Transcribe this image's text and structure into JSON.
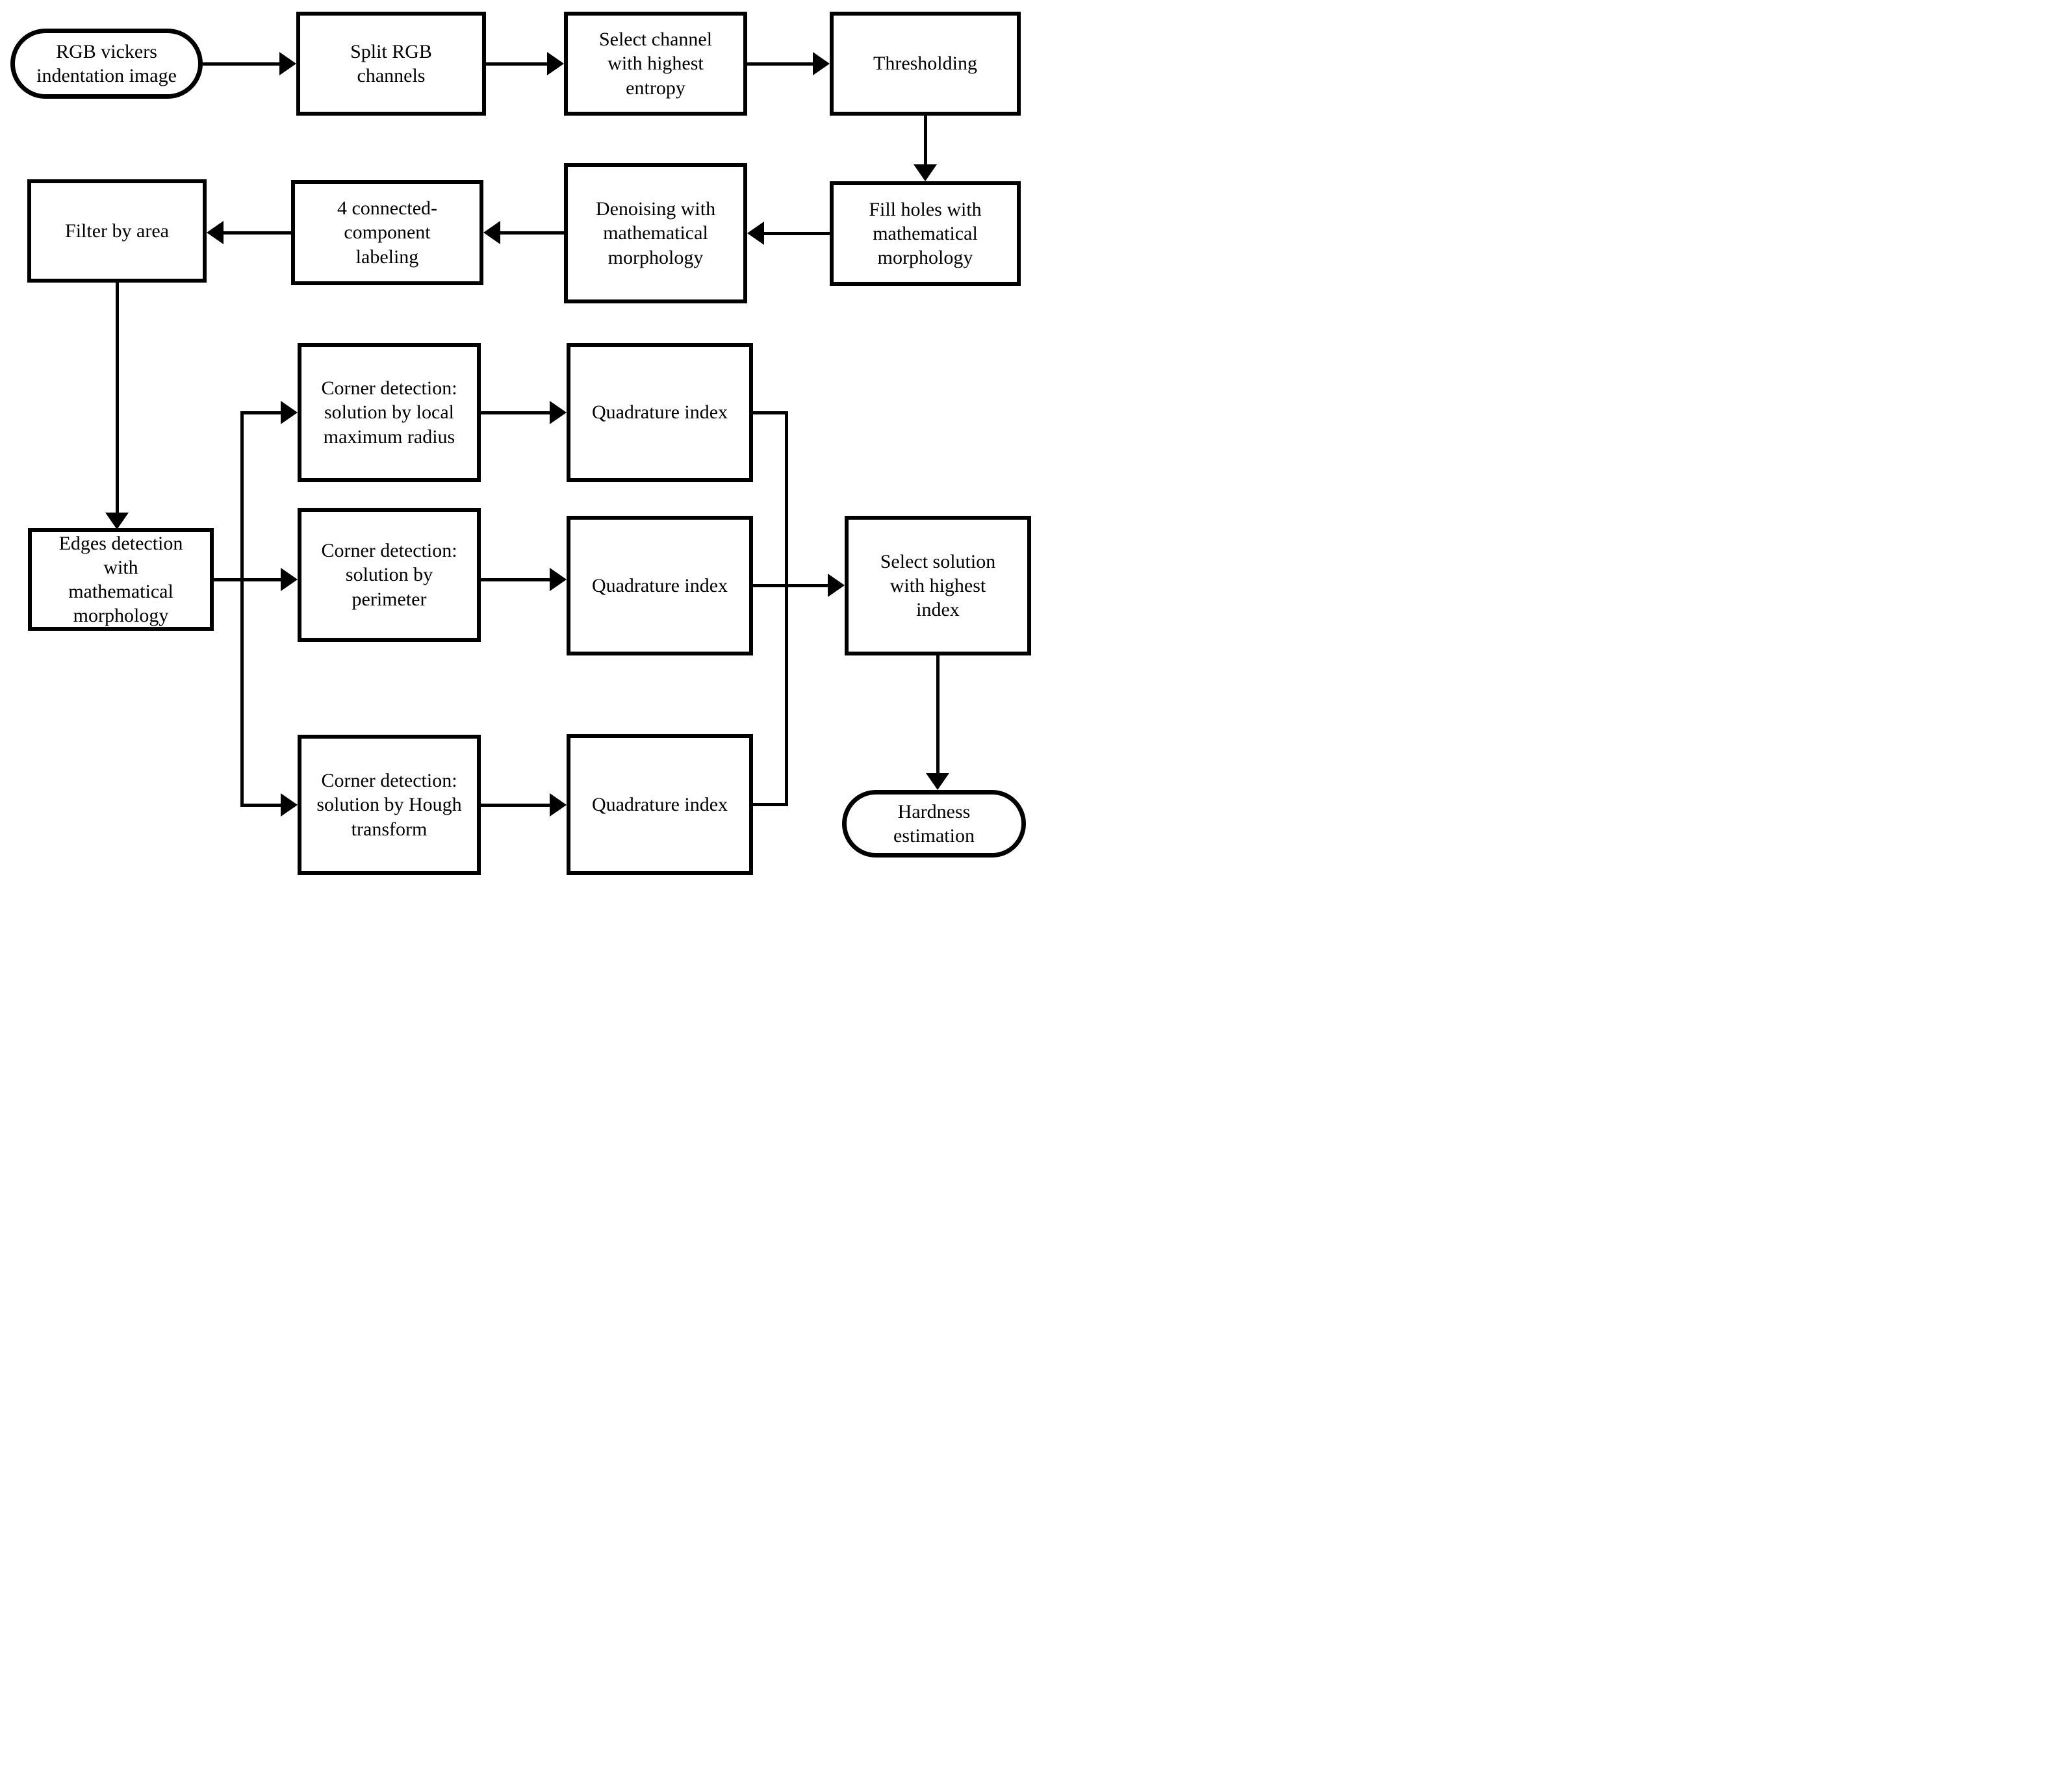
{
  "diagram": {
    "type": "flowchart",
    "colors": {
      "stroke": "#000000",
      "fill": "#ffffff"
    },
    "nodes": {
      "rgb_input": {
        "shape": "stadium",
        "label": "RGB vickers\nindentation image"
      },
      "split_rgb": {
        "shape": "rectangle",
        "label": "Split RGB\nchannels"
      },
      "select_channel": {
        "shape": "rectangle",
        "label": "Select channel\nwith highest\nentropy"
      },
      "thresholding": {
        "shape": "rectangle",
        "label": "Thresholding"
      },
      "fill_holes": {
        "shape": "rectangle",
        "label": "Fill holes with\nmathematical\nmorphology"
      },
      "denoising": {
        "shape": "rectangle",
        "label": "Denoising with\nmathematical\nmorphology"
      },
      "component_labeling": {
        "shape": "rectangle",
        "label": "4  connected-\ncomponent\nlabeling"
      },
      "filter_area": {
        "shape": "rectangle",
        "label": "Filter by area"
      },
      "edges_detection": {
        "shape": "rectangle",
        "label": "Edges detection\nwith\nmathematical\nmorphology"
      },
      "corner_radius": {
        "shape": "rectangle",
        "label": "Corner detection:\nsolution by local\nmaximum radius"
      },
      "corner_perimeter": {
        "shape": "rectangle",
        "label": "Corner detection:\nsolution by\nperimeter"
      },
      "corner_hough": {
        "shape": "rectangle",
        "label": "Corner detection:\nsolution by Hough\ntransform"
      },
      "quadrature_1": {
        "shape": "rectangle",
        "label": "Quadrature index"
      },
      "quadrature_2": {
        "shape": "rectangle",
        "label": "Quadrature index"
      },
      "quadrature_3": {
        "shape": "rectangle",
        "label": "Quadrature index"
      },
      "select_solution": {
        "shape": "rectangle",
        "label": "Select solution\nwith highest\nindex"
      },
      "hardness_estimation": {
        "shape": "stadium",
        "label": "Hardness\nestimation"
      }
    },
    "edges": [
      {
        "from": "rgb_input",
        "to": "split_rgb"
      },
      {
        "from": "split_rgb",
        "to": "select_channel"
      },
      {
        "from": "select_channel",
        "to": "thresholding"
      },
      {
        "from": "thresholding",
        "to": "fill_holes"
      },
      {
        "from": "fill_holes",
        "to": "denoising"
      },
      {
        "from": "denoising",
        "to": "component_labeling"
      },
      {
        "from": "component_labeling",
        "to": "filter_area"
      },
      {
        "from": "filter_area",
        "to": "edges_detection"
      },
      {
        "from": "edges_detection",
        "to": "corner_radius"
      },
      {
        "from": "edges_detection",
        "to": "corner_perimeter"
      },
      {
        "from": "edges_detection",
        "to": "corner_hough"
      },
      {
        "from": "corner_radius",
        "to": "quadrature_1"
      },
      {
        "from": "corner_perimeter",
        "to": "quadrature_2"
      },
      {
        "from": "corner_hough",
        "to": "quadrature_3"
      },
      {
        "from": "quadrature_1",
        "to": "select_solution"
      },
      {
        "from": "quadrature_2",
        "to": "select_solution"
      },
      {
        "from": "quadrature_3",
        "to": "select_solution"
      },
      {
        "from": "select_solution",
        "to": "hardness_estimation"
      }
    ]
  }
}
